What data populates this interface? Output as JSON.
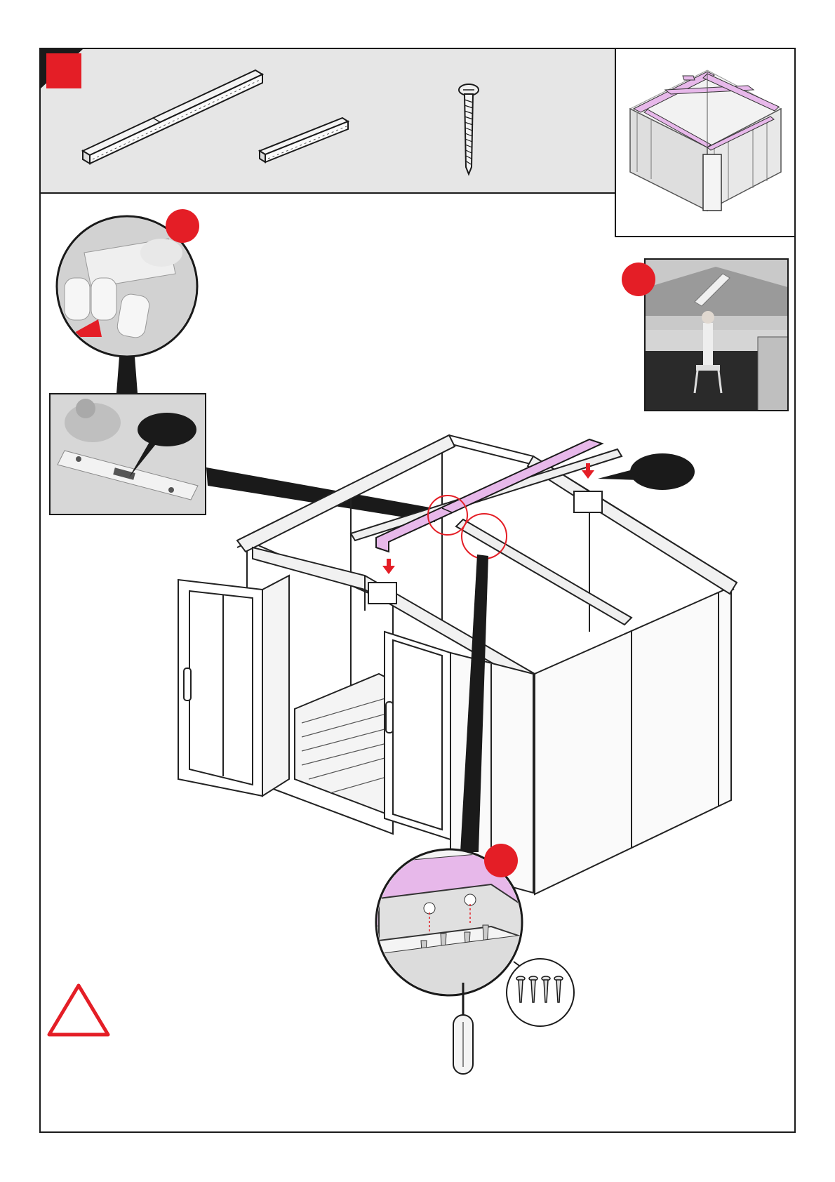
{
  "page": {
    "step_number": "",
    "hints": [
      "",
      "",
      ""
    ],
    "warning_text": ""
  },
  "parts": [
    {
      "name": "long-roof-beam",
      "quantity": ""
    },
    {
      "name": "short-roof-beam",
      "quantity": ""
    },
    {
      "name": "screw",
      "quantity": ""
    }
  ],
  "screw_count_shown": 4,
  "colors": {
    "accent_red": "#e41e26",
    "highlight_pink": "#e7b8ea",
    "line": "#1a1a1a",
    "panel_gray": "#e6e6e6"
  }
}
